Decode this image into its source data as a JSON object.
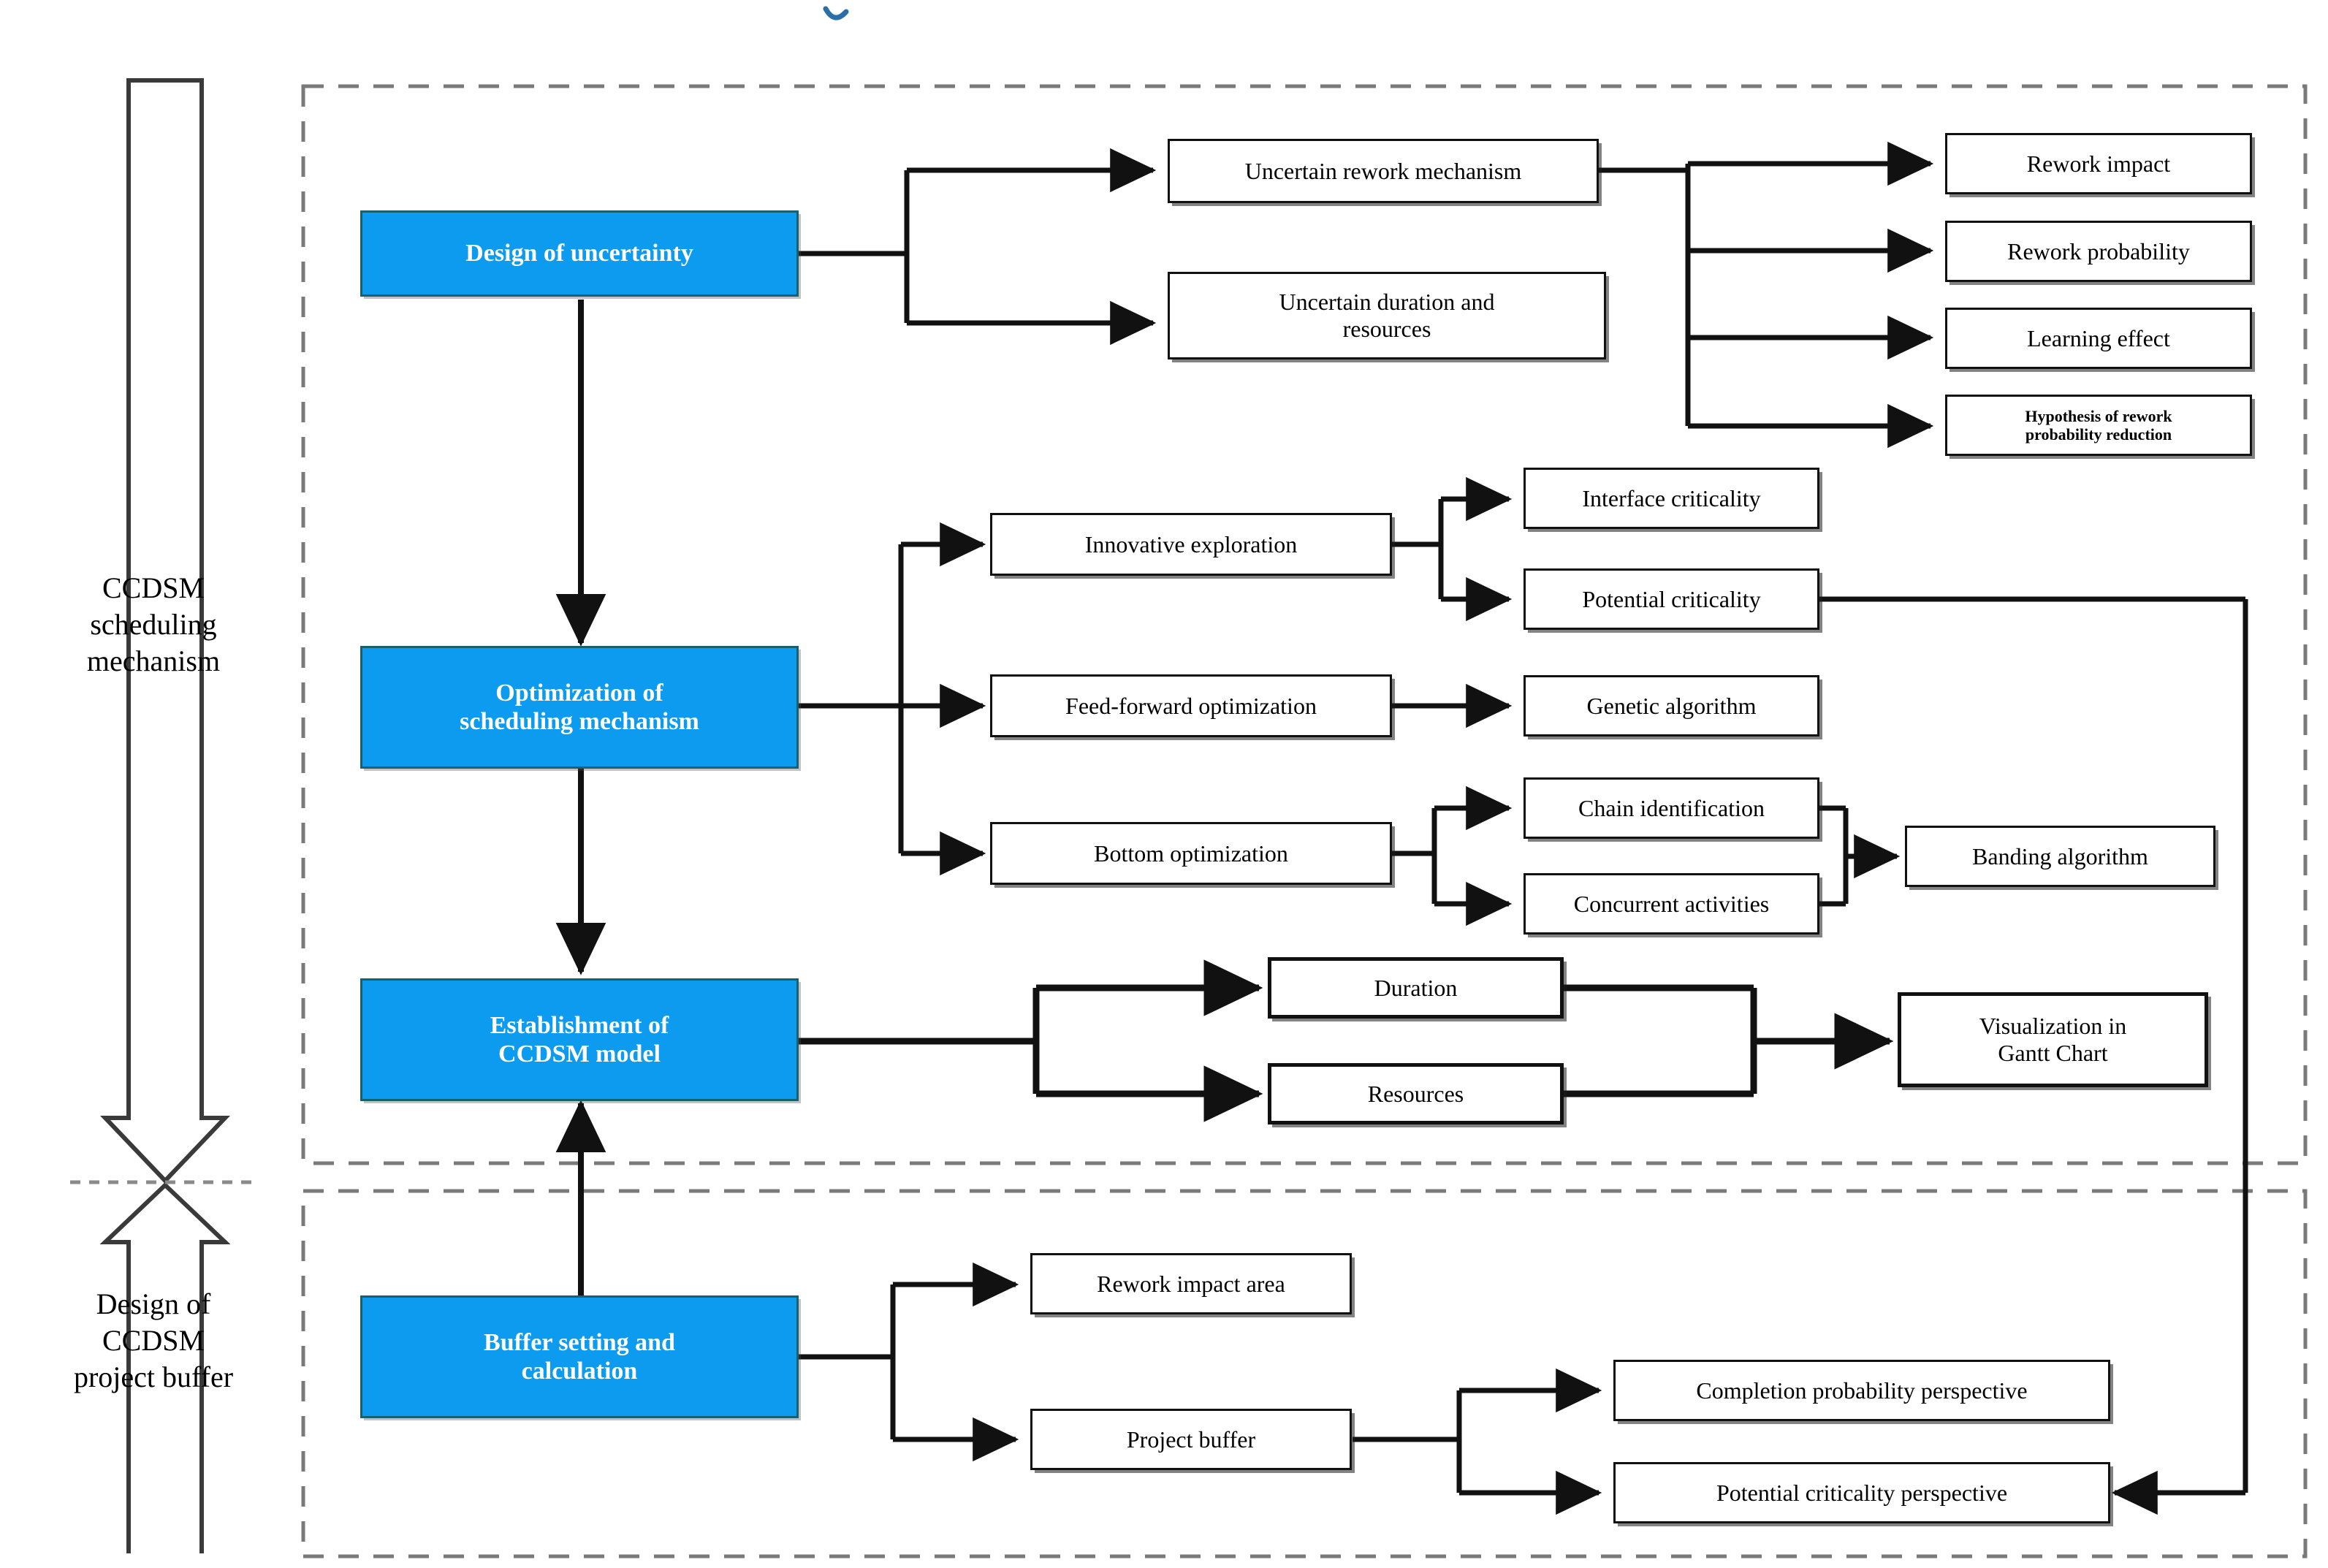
{
  "diagram": {
    "title_fragment": "",
    "accent_color": "#0D9BEF",
    "line_color": "#111111",
    "dashed_color": "#7a7a7a",
    "side_labels": [
      {
        "id": "left-upper",
        "text": "CCDSM\nscheduling\nmechanism"
      },
      {
        "id": "left-lower",
        "text": "Design of\nCCDSM\nproject buffer"
      }
    ],
    "groups": [
      {
        "id": "scheduling-mechanism-group",
        "label": ""
      },
      {
        "id": "project-buffer-group",
        "label": ""
      }
    ],
    "stage_nodes": [
      {
        "id": "design-of-uncertainty",
        "label": "Design of uncertainty"
      },
      {
        "id": "optimization-of-scheduling",
        "label": "Optimization of\nscheduling mechanism"
      },
      {
        "id": "establishment-of-ccdsm-model",
        "label": "Establishment of\nCCDSM model"
      },
      {
        "id": "buffer-setting-and-calculation",
        "label": "Buffer setting and\ncalculation"
      }
    ],
    "nodes": [
      {
        "id": "uncertain-rework-mechanism",
        "label": "Uncertain rework mechanism"
      },
      {
        "id": "uncertain-duration-resources",
        "label": "Uncertain duration and\nresources"
      },
      {
        "id": "rework-impact",
        "label": "Rework impact"
      },
      {
        "id": "rework-probability",
        "label": "Rework probability"
      },
      {
        "id": "learning-effect",
        "label": "Learning effect"
      },
      {
        "id": "hypothesis-rework-prob-reduction",
        "label": "Hypothesis of rework\nprobability reduction"
      },
      {
        "id": "innovative-exploration",
        "label": "Innovative exploration"
      },
      {
        "id": "interface-criticality",
        "label": "Interface criticality"
      },
      {
        "id": "potential-criticality",
        "label": "Potential  criticality"
      },
      {
        "id": "feed-forward-optimization",
        "label": "Feed-forward optimization"
      },
      {
        "id": "genetic-algorithm",
        "label": "Genetic algorithm"
      },
      {
        "id": "bottom-optimization",
        "label": "Bottom optimization"
      },
      {
        "id": "chain-identification",
        "label": "Chain identification"
      },
      {
        "id": "concurrent-activities",
        "label": "Concurrent activities"
      },
      {
        "id": "banding-algorithm",
        "label": "Banding algorithm"
      },
      {
        "id": "duration",
        "label": "Duration"
      },
      {
        "id": "resources",
        "label": "Resources"
      },
      {
        "id": "visualization-gantt-chart",
        "label": "Visualization in\nGantt Chart"
      },
      {
        "id": "rework-impact-area",
        "label": "Rework impact area"
      },
      {
        "id": "project-buffer",
        "label": "Project buffer"
      },
      {
        "id": "completion-probability-perspective",
        "label": "Completion probability perspective"
      },
      {
        "id": "potential-criticality-perspective",
        "label": "Potential criticality perspective"
      }
    ]
  }
}
